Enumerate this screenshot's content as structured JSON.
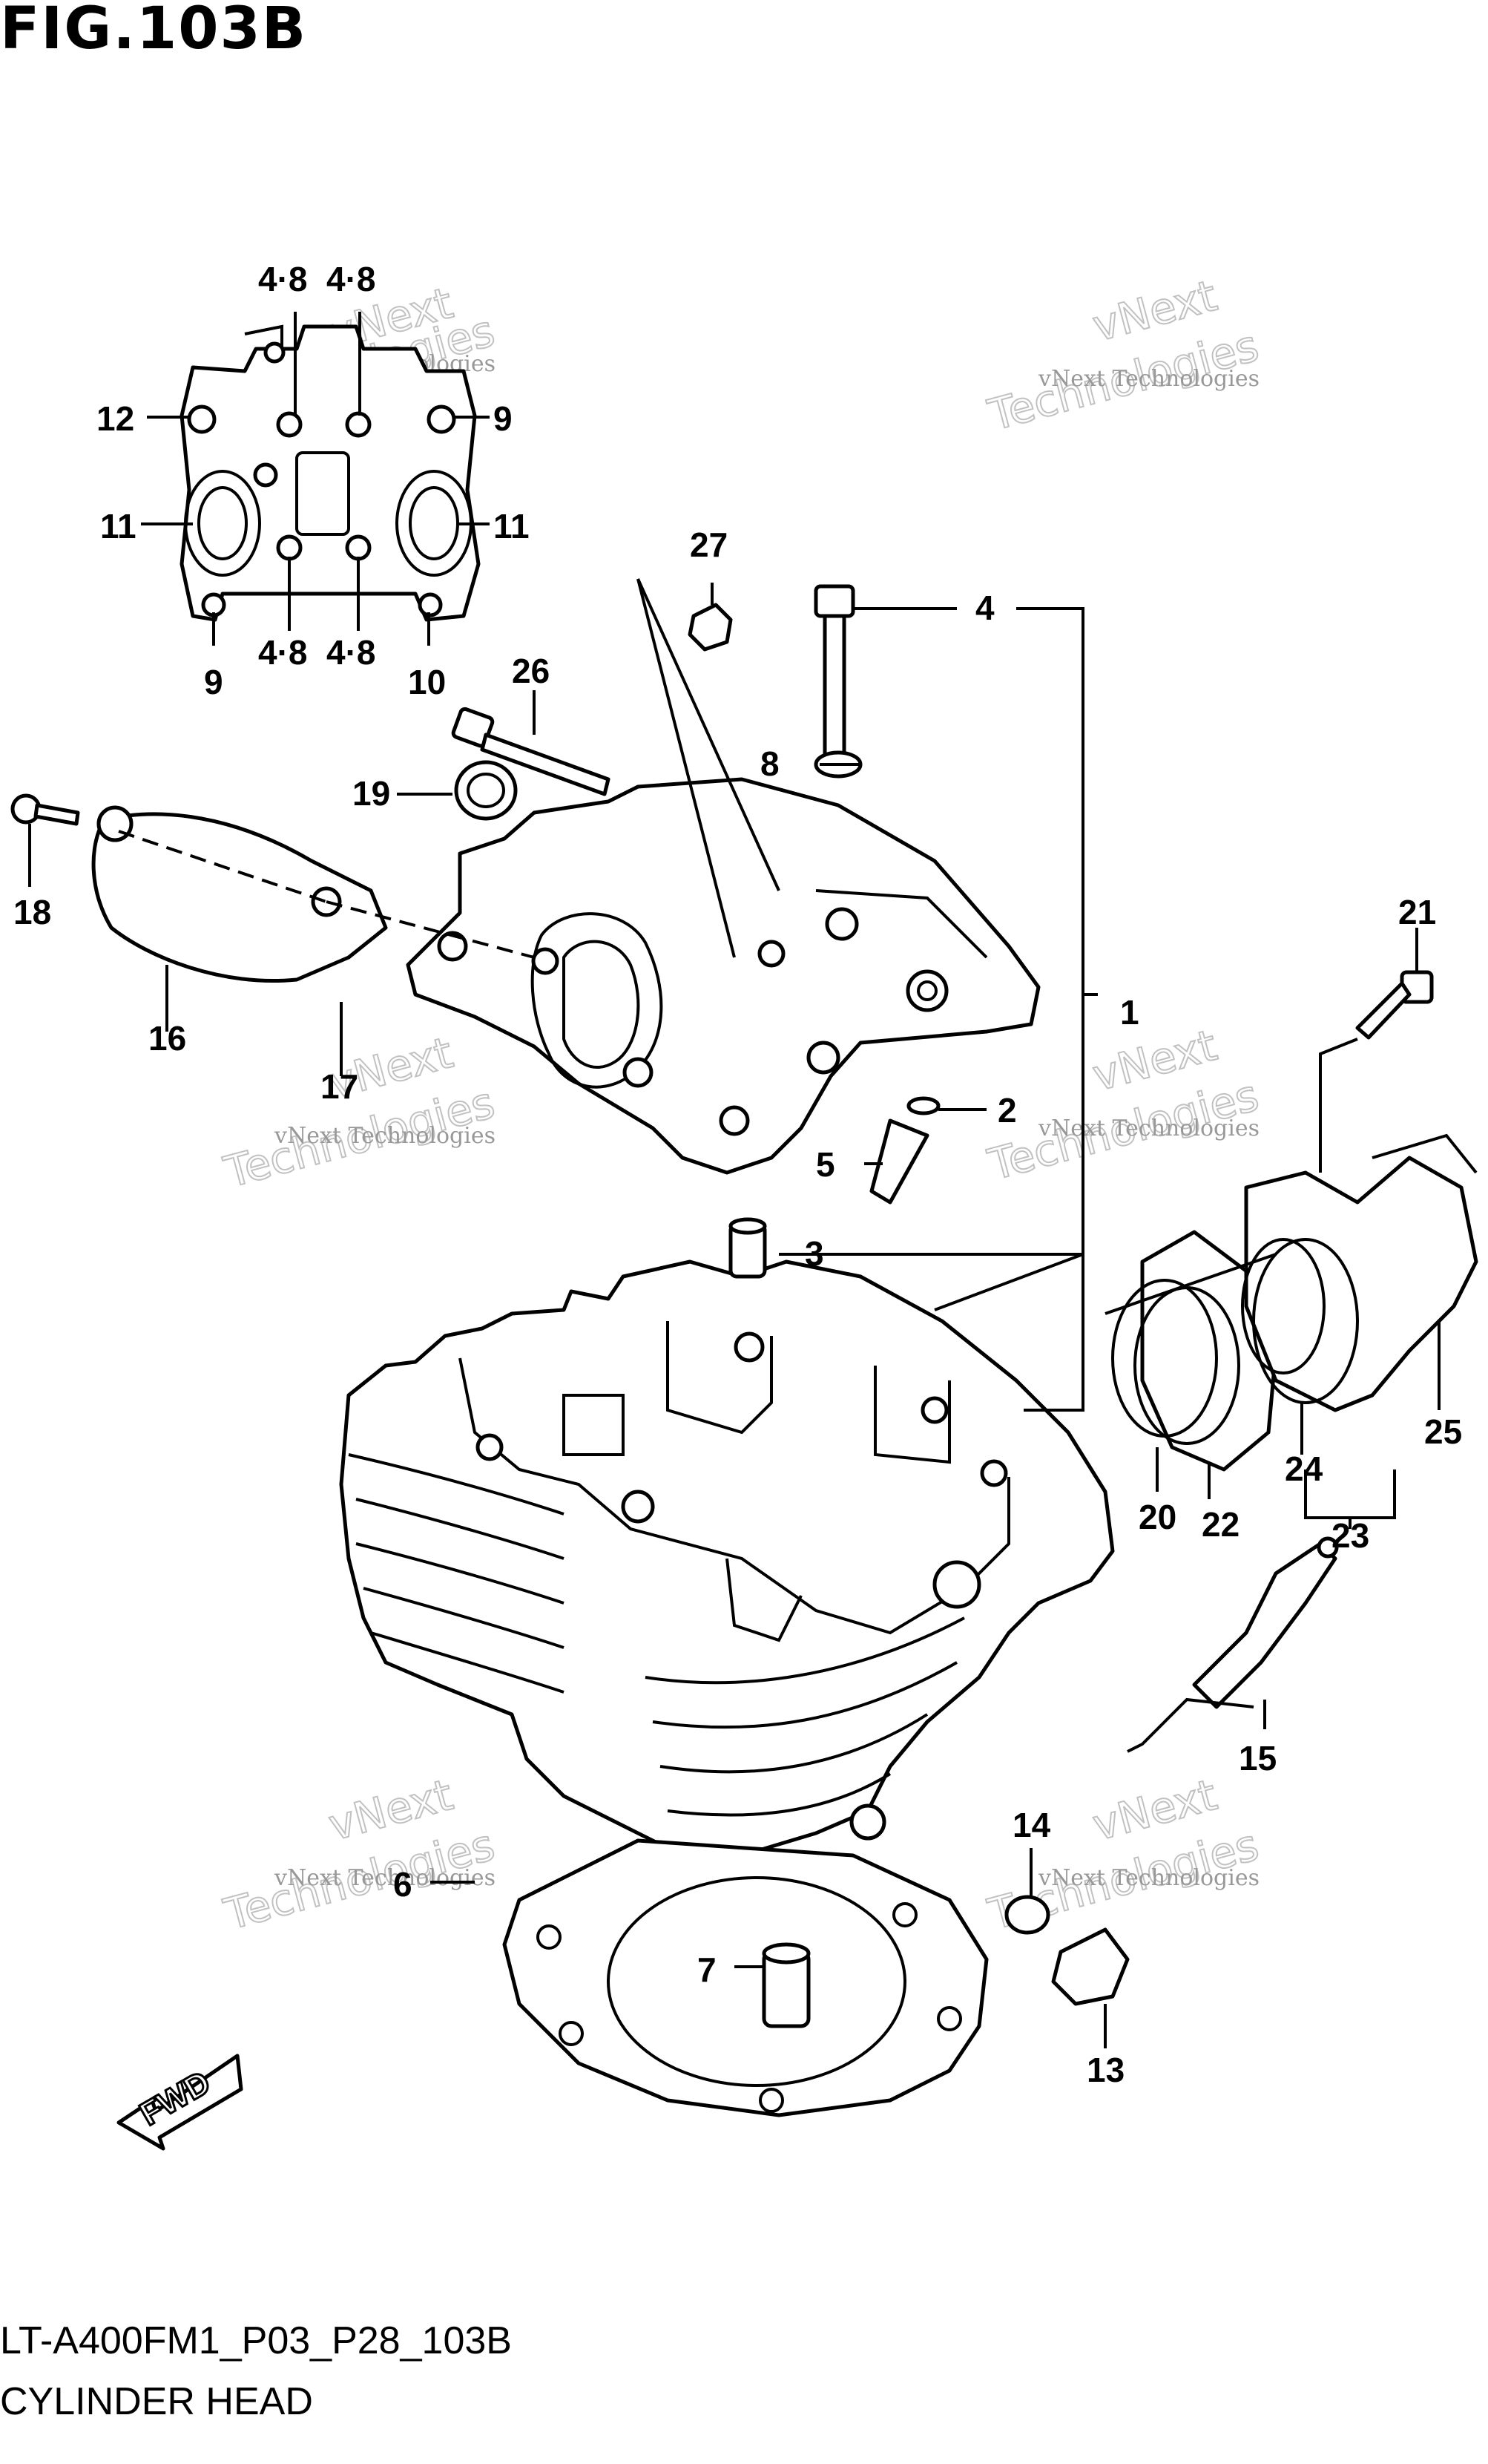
{
  "figure": {
    "title": "FIG.103B",
    "code": "LT-A400FM1_P03_P28_103B",
    "name": "CYLINDER HEAD"
  },
  "watermark": {
    "line1": "vNext Technologies",
    "line2": "vNext",
    "line3": "Technologies"
  },
  "fwd_label": "FWD",
  "callouts": [
    {
      "id": "c-48-a",
      "text": "4·8"
    },
    {
      "id": "c-48-b",
      "text": "4·8"
    },
    {
      "id": "c-12",
      "text": "12"
    },
    {
      "id": "c-9-a",
      "text": "9"
    },
    {
      "id": "c-11-a",
      "text": "11"
    },
    {
      "id": "c-11-b",
      "text": "11"
    },
    {
      "id": "c-48-c",
      "text": "4·8"
    },
    {
      "id": "c-48-d",
      "text": "4·8"
    },
    {
      "id": "c-9-b",
      "text": "9"
    },
    {
      "id": "c-10",
      "text": "10"
    },
    {
      "id": "c-27",
      "text": "27"
    },
    {
      "id": "c-4",
      "text": "4"
    },
    {
      "id": "c-26",
      "text": "26"
    },
    {
      "id": "c-8",
      "text": "8"
    },
    {
      "id": "c-19",
      "text": "19"
    },
    {
      "id": "c-18",
      "text": "18"
    },
    {
      "id": "c-16",
      "text": "16"
    },
    {
      "id": "c-17",
      "text": "17"
    },
    {
      "id": "c-21",
      "text": "21"
    },
    {
      "id": "c-1",
      "text": "1"
    },
    {
      "id": "c-2",
      "text": "2"
    },
    {
      "id": "c-5",
      "text": "5"
    },
    {
      "id": "c-3",
      "text": "3"
    },
    {
      "id": "c-25",
      "text": "25"
    },
    {
      "id": "c-24",
      "text": "24"
    },
    {
      "id": "c-20",
      "text": "20"
    },
    {
      "id": "c-22",
      "text": "22"
    },
    {
      "id": "c-23",
      "text": "23"
    },
    {
      "id": "c-15",
      "text": "15"
    },
    {
      "id": "c-14",
      "text": "14"
    },
    {
      "id": "c-6",
      "text": "6"
    },
    {
      "id": "c-7",
      "text": "7"
    },
    {
      "id": "c-13",
      "text": "13"
    }
  ]
}
